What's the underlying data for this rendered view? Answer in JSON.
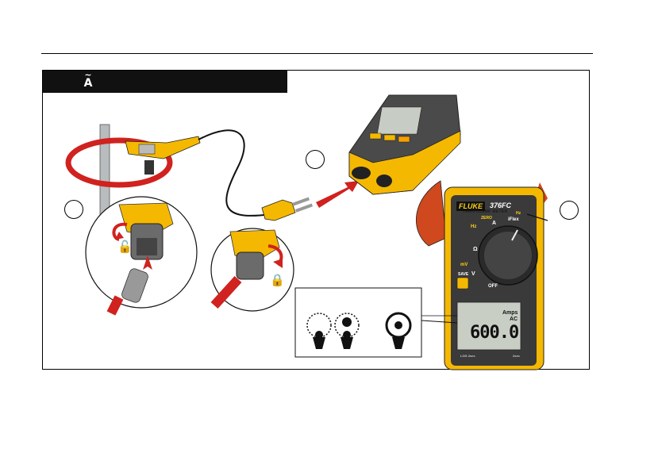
{
  "header": {
    "mode_symbol": "A"
  },
  "meter": {
    "brand": "FLUKE",
    "model": "376FC",
    "subtitle": "TRMS CLAMP METER",
    "dial_labels": {
      "zero": "ZERO",
      "amps": "A",
      "hz_top": "Hz",
      "iflex": "iFlex",
      "hz_left": "Hz",
      "ohm": "Ω",
      "mv": "mV",
      "v": "V",
      "off": "OFF",
      "save": "SAVE"
    },
    "display": {
      "unit": "Amps",
      "mode": "AC",
      "reading": "600.0"
    },
    "bottom_left": "LOG 2sec",
    "bottom_right": "2sec"
  },
  "colors": {
    "fluke_yellow": "#f5b800",
    "probe_red": "#d0221e",
    "meter_gray": "#4a4a4a",
    "frame_black": "#111111"
  },
  "icons": [
    "unlock-icon",
    "lock-icon",
    "flex-loop-open-icon",
    "flex-loop-position-icon",
    "flex-loop-centered-icon"
  ]
}
